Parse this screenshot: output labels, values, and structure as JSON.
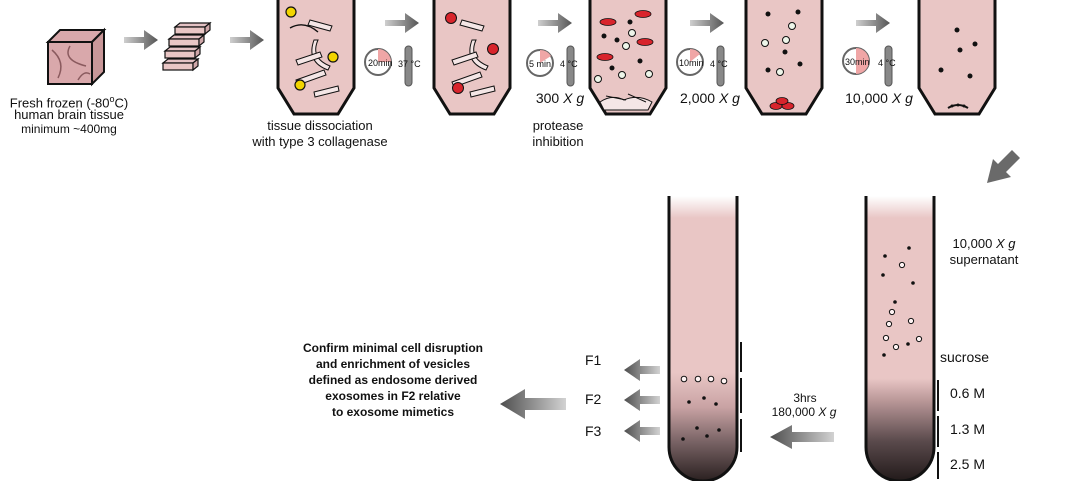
{
  "tissue": {
    "line1": "Fresh frozen (-80",
    "degree": "o",
    "line1_end": "C)",
    "line2": "human brain tissue",
    "line3": "minimum ~400mg"
  },
  "dissociation": {
    "line1": "tissue dissociation",
    "line2": "with type 3 collagenase"
  },
  "step1": {
    "time": "20min",
    "temp": "37 °C"
  },
  "step2": {
    "time": "5 min",
    "temp": "4 °C",
    "speed": "300",
    "unit": "X g"
  },
  "protease": {
    "line1": "protease",
    "line2": "inhibition"
  },
  "step3": {
    "time": "10min",
    "temp": "4 °C",
    "speed": "2,000",
    "unit": "X g"
  },
  "step4": {
    "time": "30min",
    "temp": "4 °C",
    "speed": "10,000",
    "unit": "X g"
  },
  "supernatant": {
    "speed": "10,000",
    "unit": "X g",
    "line2": "supernatant"
  },
  "sucrose": {
    "label": "sucrose",
    "layers": [
      "0.6 M",
      "1.3 M",
      "2.5 M"
    ]
  },
  "spin": {
    "time": "3hrs",
    "speed": "180,000",
    "unit": "X g"
  },
  "fractions": [
    "F1",
    "F2",
    "F3"
  ],
  "conclusion": {
    "line1": "Confirm minimal cell disruption",
    "line2": "and enrichment of vesicles",
    "line3": "defined as endosome derived",
    "line4": "exosomes in  F2 relative",
    "line5": "to exosome mimetics"
  },
  "colors": {
    "tube_fill": "#e9c6c5",
    "tissue_fill": "#d9a8ab",
    "cell_red": "#d8242c",
    "cell_yellow": "#f2d400",
    "arrow_gray": "#6f6f6f",
    "gradient_dark": "#2a2020"
  }
}
